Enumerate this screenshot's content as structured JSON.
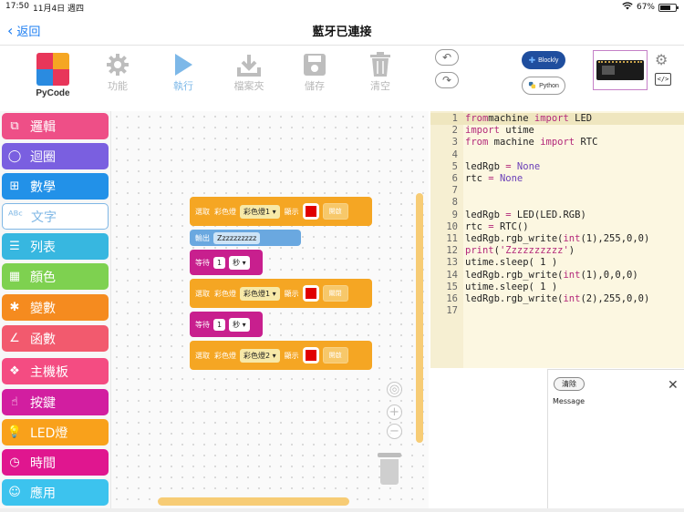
{
  "status": {
    "time": "17:50",
    "date": "11月4日 週四",
    "battery": "67%",
    "battery_level": 0.67
  },
  "nav": {
    "back_label": "返回",
    "title": "藍牙已連接"
  },
  "toolbar": {
    "logo_label": "PyCode",
    "tools": {
      "function": "功能",
      "run": "執行",
      "folder": "檔案夾",
      "save": "儲存",
      "clear": "清空"
    },
    "modes": {
      "blockly": "Blockly",
      "python": "Python"
    },
    "code_toggle": "</>"
  },
  "sidebar": {
    "categories": [
      {
        "label": "邏輯",
        "color": "#ee4f87",
        "icon": "logic-icon"
      },
      {
        "label": "迴圈",
        "color": "#7a5fe0",
        "icon": "loop-icon"
      },
      {
        "label": "數學",
        "color": "#2291e8",
        "icon": "math-icon"
      },
      {
        "label": "文字",
        "color": "#7fb7e5",
        "icon": "text-icon"
      },
      {
        "label": "列表",
        "color": "#37b7e0",
        "icon": "list-icon"
      },
      {
        "label": "顏色",
        "color": "#7ed150",
        "icon": "color-icon"
      },
      {
        "label": "變數",
        "color": "#f58b1f",
        "icon": "variable-icon"
      },
      {
        "label": "函數",
        "color": "#f25a6e",
        "icon": "function-icon"
      },
      {
        "label": "主機板",
        "color": "#f44c82",
        "icon": "board-icon"
      },
      {
        "label": "按鍵",
        "color": "#d21ea0",
        "icon": "button-icon"
      },
      {
        "label": "LED燈",
        "color": "#f9a11b",
        "icon": "led-icon"
      },
      {
        "label": "時間",
        "color": "#e0168f",
        "icon": "clock-icon"
      },
      {
        "label": "應用",
        "color": "#3cc3ee",
        "icon": "app-icon"
      }
    ]
  },
  "blocks": {
    "b1": {
      "select": "選取",
      "light": "彩色燈",
      "dropdown": "彩色燈1",
      "show": "顯示",
      "sub": "開啟"
    },
    "b2": {
      "output": "輸出",
      "text": "Zzzzzzzzzz"
    },
    "b3": {
      "wait": "等待",
      "value": "1",
      "unit": "秒"
    },
    "b4": {
      "select": "選取",
      "light": "彩色燈",
      "dropdown": "彩色燈1",
      "show": "顯示",
      "sub": "關閉"
    },
    "b5": {
      "wait": "等待",
      "value": "1",
      "unit": "秒"
    },
    "b6": {
      "select": "選取",
      "light": "彩色燈",
      "dropdown": "彩色燈2",
      "show": "顯示",
      "sub": "開啟"
    },
    "led_color": "#e00000"
  },
  "code_lines": [
    {
      "n": "1",
      "parts": [
        [
          "kw",
          "from"
        ],
        [
          "",
          "machine "
        ],
        [
          "kw",
          "import"
        ],
        [
          "",
          " LED"
        ]
      ]
    },
    {
      "n": "2",
      "parts": [
        [
          "kw",
          "import"
        ],
        [
          "",
          " utime"
        ]
      ]
    },
    {
      "n": "3",
      "parts": [
        [
          "kw",
          "from"
        ],
        [
          "",
          " machine "
        ],
        [
          "kw",
          "import"
        ],
        [
          "",
          " RTC"
        ]
      ]
    },
    {
      "n": "4",
      "parts": []
    },
    {
      "n": "5",
      "parts": [
        [
          "",
          "ledRgb "
        ],
        [
          "kw",
          "="
        ],
        [
          "",
          " "
        ],
        [
          "lt",
          "None"
        ]
      ]
    },
    {
      "n": "6",
      "parts": [
        [
          "",
          "rtc "
        ],
        [
          "kw",
          "="
        ],
        [
          "",
          " "
        ],
        [
          "lt",
          "None"
        ]
      ]
    },
    {
      "n": "7",
      "parts": []
    },
    {
      "n": "8",
      "parts": []
    },
    {
      "n": "9",
      "parts": [
        [
          "",
          "ledRgb "
        ],
        [
          "kw",
          "="
        ],
        [
          "",
          " LED(LED.RGB)"
        ]
      ]
    },
    {
      "n": "10",
      "parts": [
        [
          "",
          "rtc "
        ],
        [
          "kw",
          "="
        ],
        [
          "",
          " RTC()"
        ]
      ]
    },
    {
      "n": "11",
      "parts": [
        [
          "",
          "ledRgb.rgb_write("
        ],
        [
          "kw",
          "int"
        ],
        [
          "",
          "(1),255,0,0)"
        ]
      ]
    },
    {
      "n": "12",
      "parts": [
        [
          "kw",
          "print"
        ],
        [
          "",
          "("
        ],
        [
          "kw",
          "'Zzzzzzzzzz'"
        ],
        [
          "",
          ")"
        ]
      ]
    },
    {
      "n": "13",
      "parts": [
        [
          "",
          "utime.sleep( 1 )"
        ]
      ]
    },
    {
      "n": "14",
      "parts": [
        [
          "",
          "ledRgb.rgb_write("
        ],
        [
          "kw",
          "int"
        ],
        [
          "",
          "(1),0,0,0)"
        ]
      ]
    },
    {
      "n": "15",
      "parts": [
        [
          "",
          "utime.sleep( 1 )"
        ]
      ]
    },
    {
      "n": "16",
      "parts": [
        [
          "",
          "ledRgb.rgb_write("
        ],
        [
          "kw",
          "int"
        ],
        [
          "",
          "(2),255,0,0)"
        ]
      ]
    },
    {
      "n": "17",
      "parts": []
    }
  ],
  "message_panel": {
    "clear_label": "清除",
    "title": "Message",
    "close": "✕"
  }
}
